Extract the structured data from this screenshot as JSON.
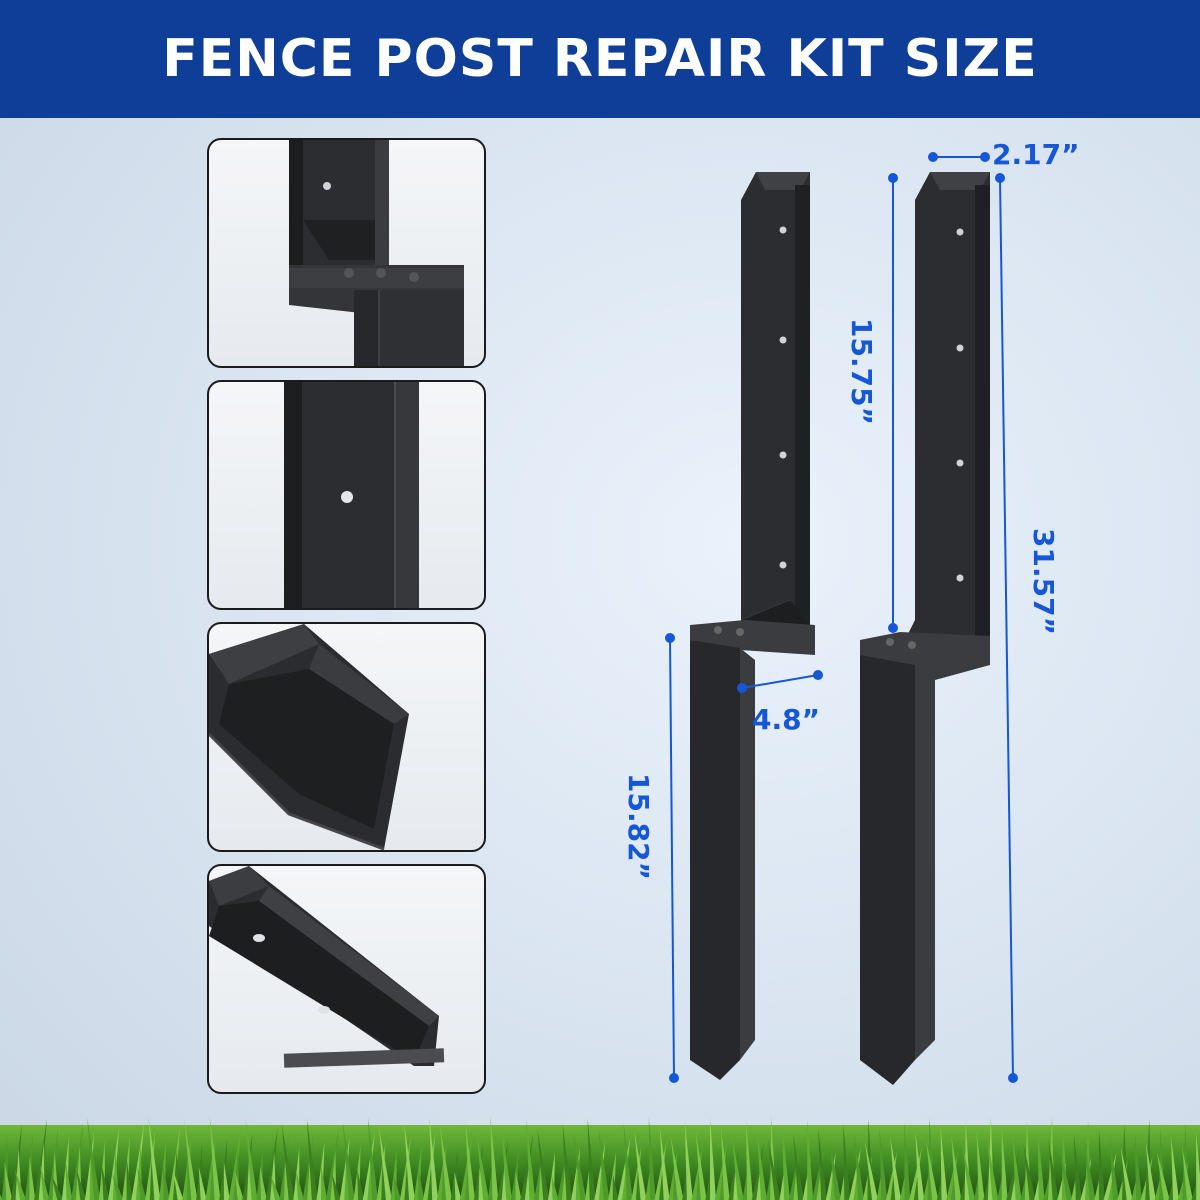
{
  "header": {
    "title": "FENCE POST REPAIR KIT SIZE"
  },
  "dimensions": {
    "width_top": "2.17”",
    "upper_length": "15.75”",
    "total_length": "31.57”",
    "offset": "4.8”",
    "lower_length": "15.82”"
  },
  "detail_panels": [
    {
      "name": "bracket-joint-detail"
    },
    {
      "name": "channel-hole-detail"
    },
    {
      "name": "spike-tip-detail"
    },
    {
      "name": "channel-holes-detail"
    }
  ],
  "colors": {
    "banner": "#0e3e98",
    "dimension": "#1557d6",
    "metal": "#2b2d30",
    "grass": "#3f8a22"
  }
}
